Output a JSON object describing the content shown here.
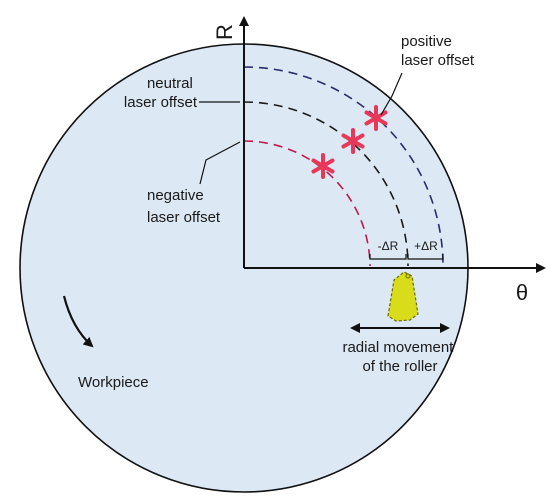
{
  "axes": {
    "vertical_label": "R",
    "horizontal_label": "θ"
  },
  "labels": {
    "positive_line1": "positive",
    "positive_line2": "laser offset",
    "neutral_line1": "neutral",
    "neutral_line2": "laser offset",
    "negative_line1": "negative",
    "negative_line2": "laser offset",
    "minus_delta_r": "-ΔR",
    "plus_delta_r": "+ΔR",
    "roller_line1": "radial movement",
    "roller_line2": "of the roller",
    "workpiece": "Workpiece"
  },
  "colors": {
    "workpiece_fill": "#dce8f4",
    "outline": "#111111",
    "positive_arc": "#2a2a6e",
    "neutral_arc": "#1a1a1a",
    "negative_arc": "#c0174d",
    "star": "#e8385a",
    "roller_fill": "#d8dc1a",
    "roller_stroke": "#6b6b00"
  },
  "icons": {
    "laser_marker": "asterisk-icon",
    "rotation": "curved-arrow-icon",
    "roller": "roller-shape-icon"
  }
}
